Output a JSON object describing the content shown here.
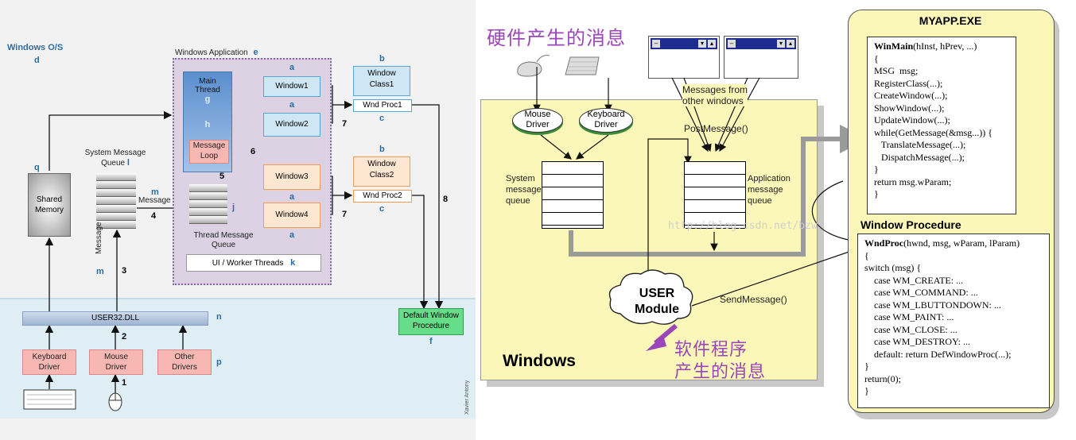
{
  "left": {
    "os_title": "Windows O/S",
    "os_letter": "d",
    "app_title": "Windows Application",
    "app_letter": "e",
    "main_thread": {
      "line1": "Main",
      "line2": "Thread",
      "letter": "g"
    },
    "message_loop": {
      "line1": "Message",
      "line2": "Loop",
      "letter": "h"
    },
    "windows": [
      {
        "label": "Window1",
        "letter": "a"
      },
      {
        "label": "Window2",
        "letter": "a"
      },
      {
        "label": "Window3",
        "letter": "a"
      },
      {
        "label": "Window4",
        "letter": "a"
      }
    ],
    "class1": {
      "line1": "Window",
      "line2": "Class1",
      "letter": "b"
    },
    "class2": {
      "line1": "Window",
      "line2": "Class2",
      "letter": "b"
    },
    "wndproc1": {
      "label": "Wnd Proc1",
      "letter": "c"
    },
    "wndproc2": {
      "label": "Wnd Proc2",
      "letter": "c"
    },
    "sys_queue": {
      "line1": "System Message",
      "line2": "Queue",
      "letter": "l"
    },
    "thread_queue": {
      "line1": "Thread Message",
      "line2": "Queue",
      "letter": "j"
    },
    "ui_threads": {
      "label": "UI / Worker Threads",
      "letter": "k"
    },
    "shared_memory": {
      "line1": "Shared",
      "line2": "Memory",
      "letter": "q"
    },
    "user32": {
      "label": "USER32.DLL",
      "letter": "n"
    },
    "default_proc": {
      "line1": "Default Window",
      "line2": "Procedure",
      "letter": "f"
    },
    "drivers": [
      {
        "line1": "Keyboard",
        "line2": "Driver"
      },
      {
        "line1": "Mouse",
        "line2": "Driver"
      },
      {
        "line1": "Other",
        "line2": "Drivers"
      }
    ],
    "drivers_letter": "p",
    "message_word": "Message",
    "m_letter": "m",
    "nums": [
      "1",
      "2",
      "3",
      "4",
      "5",
      "6",
      "7",
      "7",
      "8"
    ],
    "credit": "Xavier Antony"
  },
  "right": {
    "hw_msg": "硬件产生的消息",
    "sw_msg_1": "软件程序",
    "sw_msg_2": "产生的消息",
    "mouse_driver": {
      "line1": "Mouse",
      "line2": "Driver"
    },
    "keyboard_driver": {
      "line1": "Keyboard",
      "line2": "Driver"
    },
    "messages_from_1": "Messages from",
    "messages_from_2": "other windows",
    "post_message": "PostMessage()",
    "send_message": "SendMessage()",
    "sys_queue": [
      "System",
      "message",
      "queue"
    ],
    "app_queue": [
      "Application",
      "message",
      "queue"
    ],
    "user_module": {
      "line1": "USER",
      "line2": "Module"
    },
    "windows_label": "Windows",
    "watermark": "http://blog.csdn.net/bzw",
    "myapp_title": "MYAPP.EXE",
    "winmain_code": [
      {
        "bold": "WinMain",
        "rest": "(hInst, hPrev, ...)"
      },
      {
        "bold": "",
        "rest": "{"
      },
      {
        "bold": "",
        "rest": "MSG  msg;"
      },
      {
        "bold": "",
        "rest": "RegisterClass(...);"
      },
      {
        "bold": "",
        "rest": "CreateWindow(...);"
      },
      {
        "bold": "",
        "rest": "ShowWindow(...);"
      },
      {
        "bold": "",
        "rest": "UpdateWindow(...);"
      },
      {
        "bold": "",
        "rest": "while(GetMessage(&msg...)) {"
      },
      {
        "bold": "",
        "rest": "   TranslateMessage(...);"
      },
      {
        "bold": "",
        "rest": "   DispatchMessage(...);"
      },
      {
        "bold": "",
        "rest": "}"
      },
      {
        "bold": "",
        "rest": "return msg.wParam;"
      },
      {
        "bold": "",
        "rest": "}"
      }
    ],
    "window_procedure_title": "Window  Procedure",
    "wndproc_code": [
      {
        "bold": "WndProc",
        "rest": "(hwnd, msg, wParam, lParam)"
      },
      {
        "bold": "",
        "rest": "{"
      },
      {
        "bold": "",
        "rest": "switch (msg) {"
      },
      {
        "bold": "",
        "rest": "    case WM_CREATE: ..."
      },
      {
        "bold": "",
        "rest": "    case WM_COMMAND: ..."
      },
      {
        "bold": "",
        "rest": "    case WM_LBUTTONDOWN: ..."
      },
      {
        "bold": "",
        "rest": "    case WM_PAINT: ..."
      },
      {
        "bold": "",
        "rest": "    case WM_CLOSE: ..."
      },
      {
        "bold": "",
        "rest": "    case WM_DESTROY: ..."
      },
      {
        "bold": "",
        "rest": "    default: return DefWindowProc(...);"
      },
      {
        "bold": "",
        "rest": "}"
      },
      {
        "bold": "",
        "rest": "return(0);"
      },
      {
        "bold": "",
        "rest": "}"
      }
    ]
  }
}
